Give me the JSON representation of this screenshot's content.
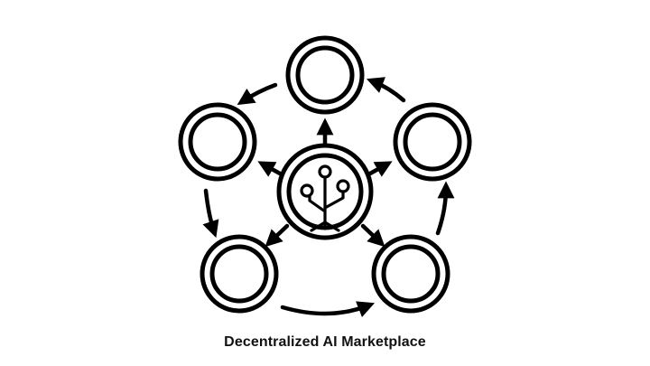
{
  "caption": "Decentralized AI Marketplace",
  "colors": {
    "ink": "#000000",
    "background": "#ffffff"
  },
  "diagram": {
    "center_icon": "circuit-tree-icon",
    "peer_node_count": 5,
    "connections": "hub-to-peers and peer-to-peer cycle"
  }
}
